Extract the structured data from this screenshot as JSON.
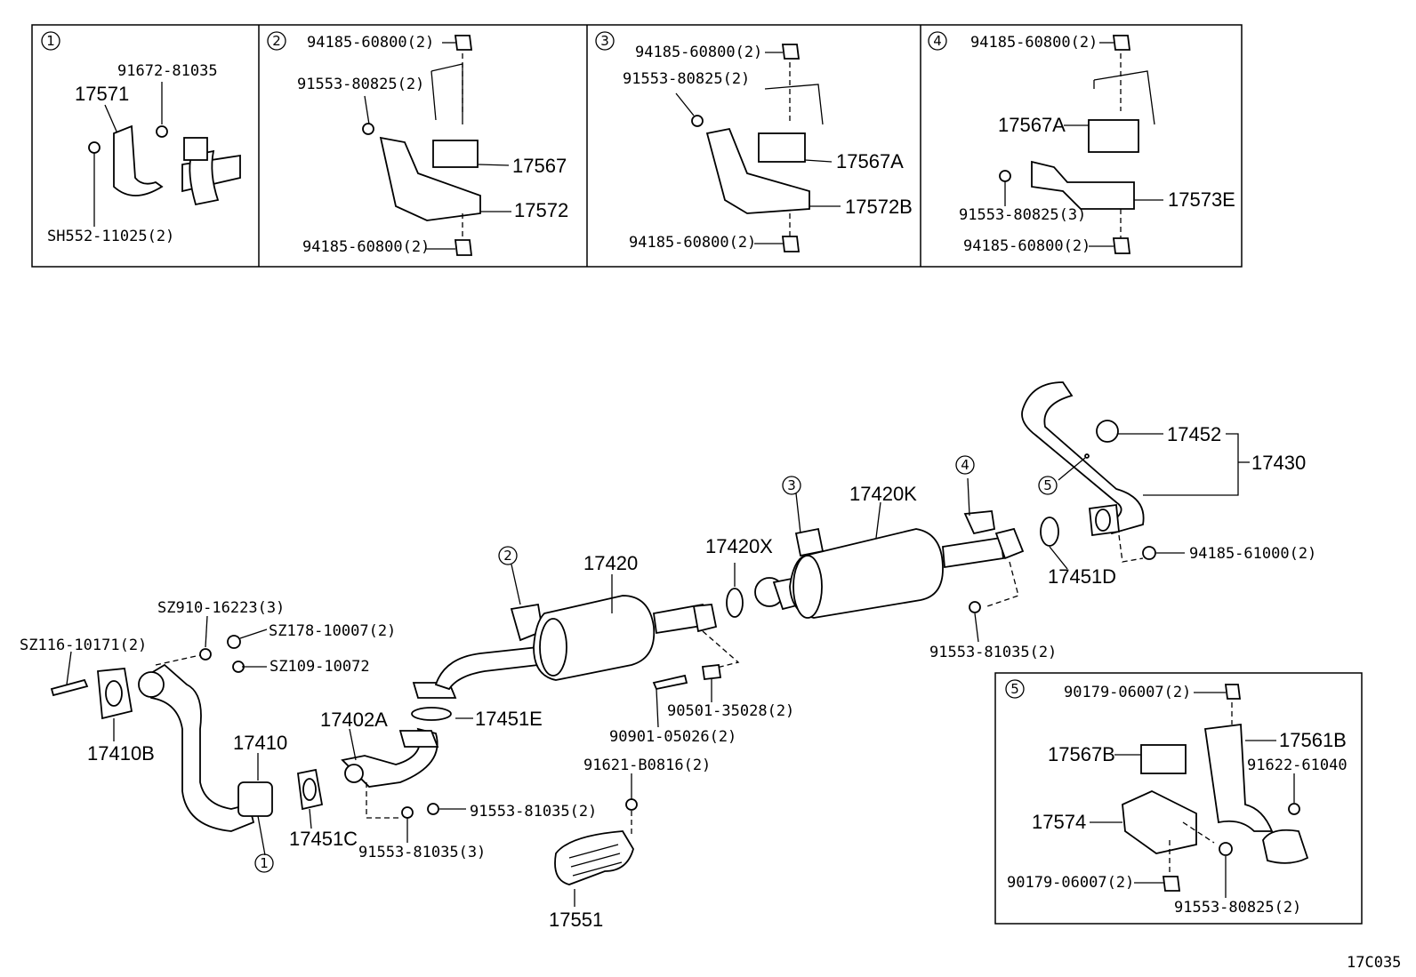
{
  "diagram_code": "17C035",
  "insets": [
    {
      "id": "1",
      "labels": [
        "91672-81035",
        "17571",
        "SH552-11025(2)"
      ]
    },
    {
      "id": "2",
      "labels": [
        "94185-60800(2)",
        "91553-80825(2)",
        "17567",
        "17572",
        "94185-60800(2)"
      ]
    },
    {
      "id": "3",
      "labels": [
        "94185-60800(2)",
        "91553-80825(2)",
        "17567A",
        "17572B",
        "94185-60800(2)"
      ]
    },
    {
      "id": "4",
      "labels": [
        "94185-60800(2)",
        "17567A",
        "91553-80825(3)",
        "17573E",
        "94185-60800(2)"
      ]
    },
    {
      "id": "5",
      "labels": [
        "90179-06007(2)",
        "17561B",
        "17567B",
        "91622-61040",
        "17574",
        "90179-06007(2)",
        "91553-80825(2)"
      ]
    }
  ],
  "main_labels": {
    "p17452": "17452",
    "p17430": "17430",
    "p17420K": "17420K",
    "p17420X": "17420X",
    "p17420": "17420",
    "p17451D": "17451D",
    "p94185_61000": "94185-61000(2)",
    "p91553_81035a": "91553-81035(2)",
    "pSZ910": "SZ910-16223(3)",
    "pSZ178": "SZ178-10007(2)",
    "pSZ116": "SZ116-10171(2)",
    "pSZ109": "SZ109-10072",
    "p17410B": "17410B",
    "p17410": "17410",
    "p17402A": "17402A",
    "p17451E": "17451E",
    "p17451C": "17451C",
    "p90501": "90501-35028(2)",
    "p90901": "90901-05026(2)",
    "p91621": "91621-B0816(2)",
    "p91553_81035b": "91553-81035(2)",
    "p91553_81035c": "91553-81035(3)",
    "p17551": "17551"
  },
  "callouts": [
    "1",
    "2",
    "3",
    "4",
    "5"
  ]
}
